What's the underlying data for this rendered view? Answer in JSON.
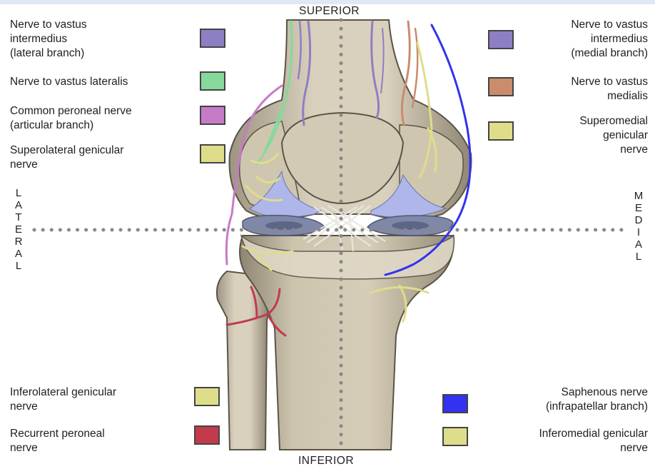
{
  "directions": {
    "superior": "SUPERIOR",
    "inferior": "INFERIOR",
    "lateral": "LATERAL",
    "medial": "MEDIAL"
  },
  "legend_left": [
    {
      "label": "Nerve to vastus\nintermedius\n(lateral branch)",
      "color": "#8e7fc4"
    },
    {
      "label": "Nerve to vastus lateralis",
      "color": "#86d99a"
    },
    {
      "label": "Common peroneal nerve\n(articular branch)",
      "color": "#c67bc6"
    },
    {
      "label": "Superolateral genicular\nnerve",
      "color": "#dede8a"
    },
    {
      "label": "Inferolateral genicular\nnerve",
      "color": "#dede8a"
    },
    {
      "label": "Recurrent peroneal\nnerve",
      "color": "#c23a4c"
    }
  ],
  "legend_right": [
    {
      "label": "Nerve to vastus\nintermedius\n(medial branch)",
      "color": "#8e7fc4"
    },
    {
      "label": "Nerve to vastus\nmedialis",
      "color": "#c98c6c"
    },
    {
      "label": "Superomedial\ngenicular\nnerve",
      "color": "#dede8a"
    },
    {
      "label": "Saphenous nerve\n(infrapatellar branch)",
      "color": "#3232f0"
    },
    {
      "label": "Inferomedial genicular\nnerve",
      "color": "#dede8a"
    }
  ],
  "colors": {
    "bone_light": "#d4cbb6",
    "bone_dark": "#8a816f",
    "cartilage": "#aeb6ea",
    "meniscus": "#7f88a8"
  }
}
